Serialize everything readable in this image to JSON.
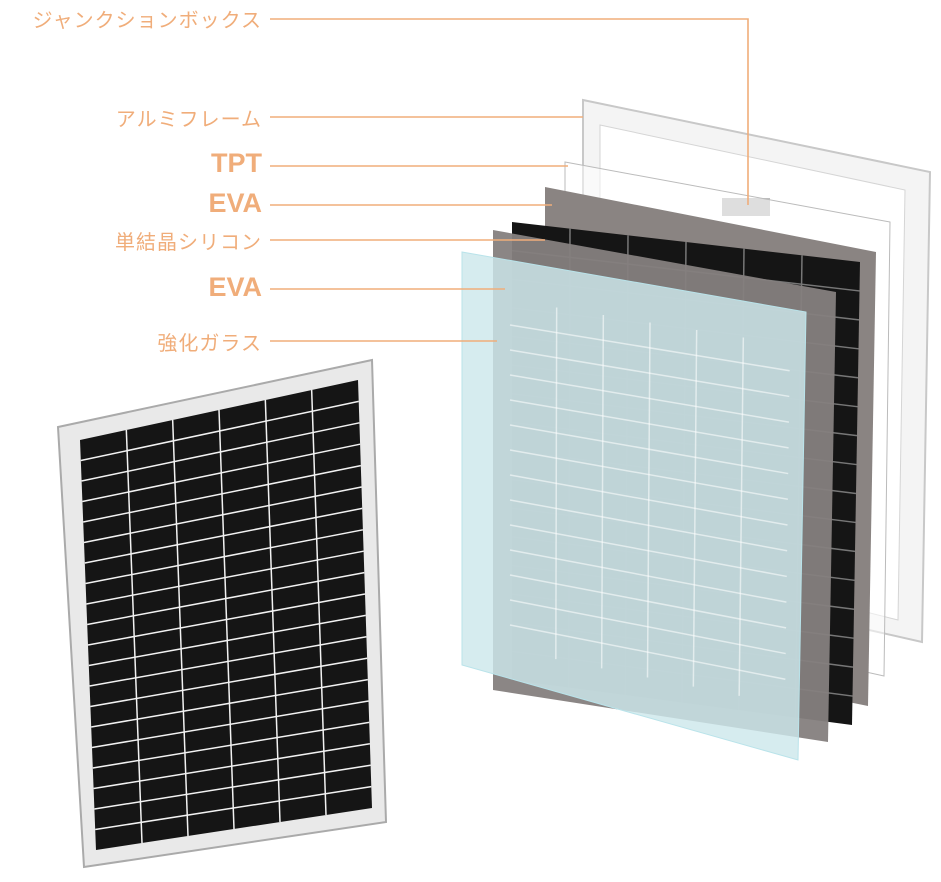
{
  "labels": {
    "junction_box": "ジャンクションボックス",
    "aluminum_frame": "アルミフレーム",
    "tpt": "TPT",
    "eva_back": "EVA",
    "mono_silicon": "単結晶シリコン",
    "eva_front": "EVA",
    "tempered_glass": "強化ガラス"
  },
  "colors": {
    "label": "#f0ad7a",
    "eva": "#85807e",
    "cell": "#151515",
    "glass": "#cfe8ea",
    "frame": "#f2f2f2"
  }
}
